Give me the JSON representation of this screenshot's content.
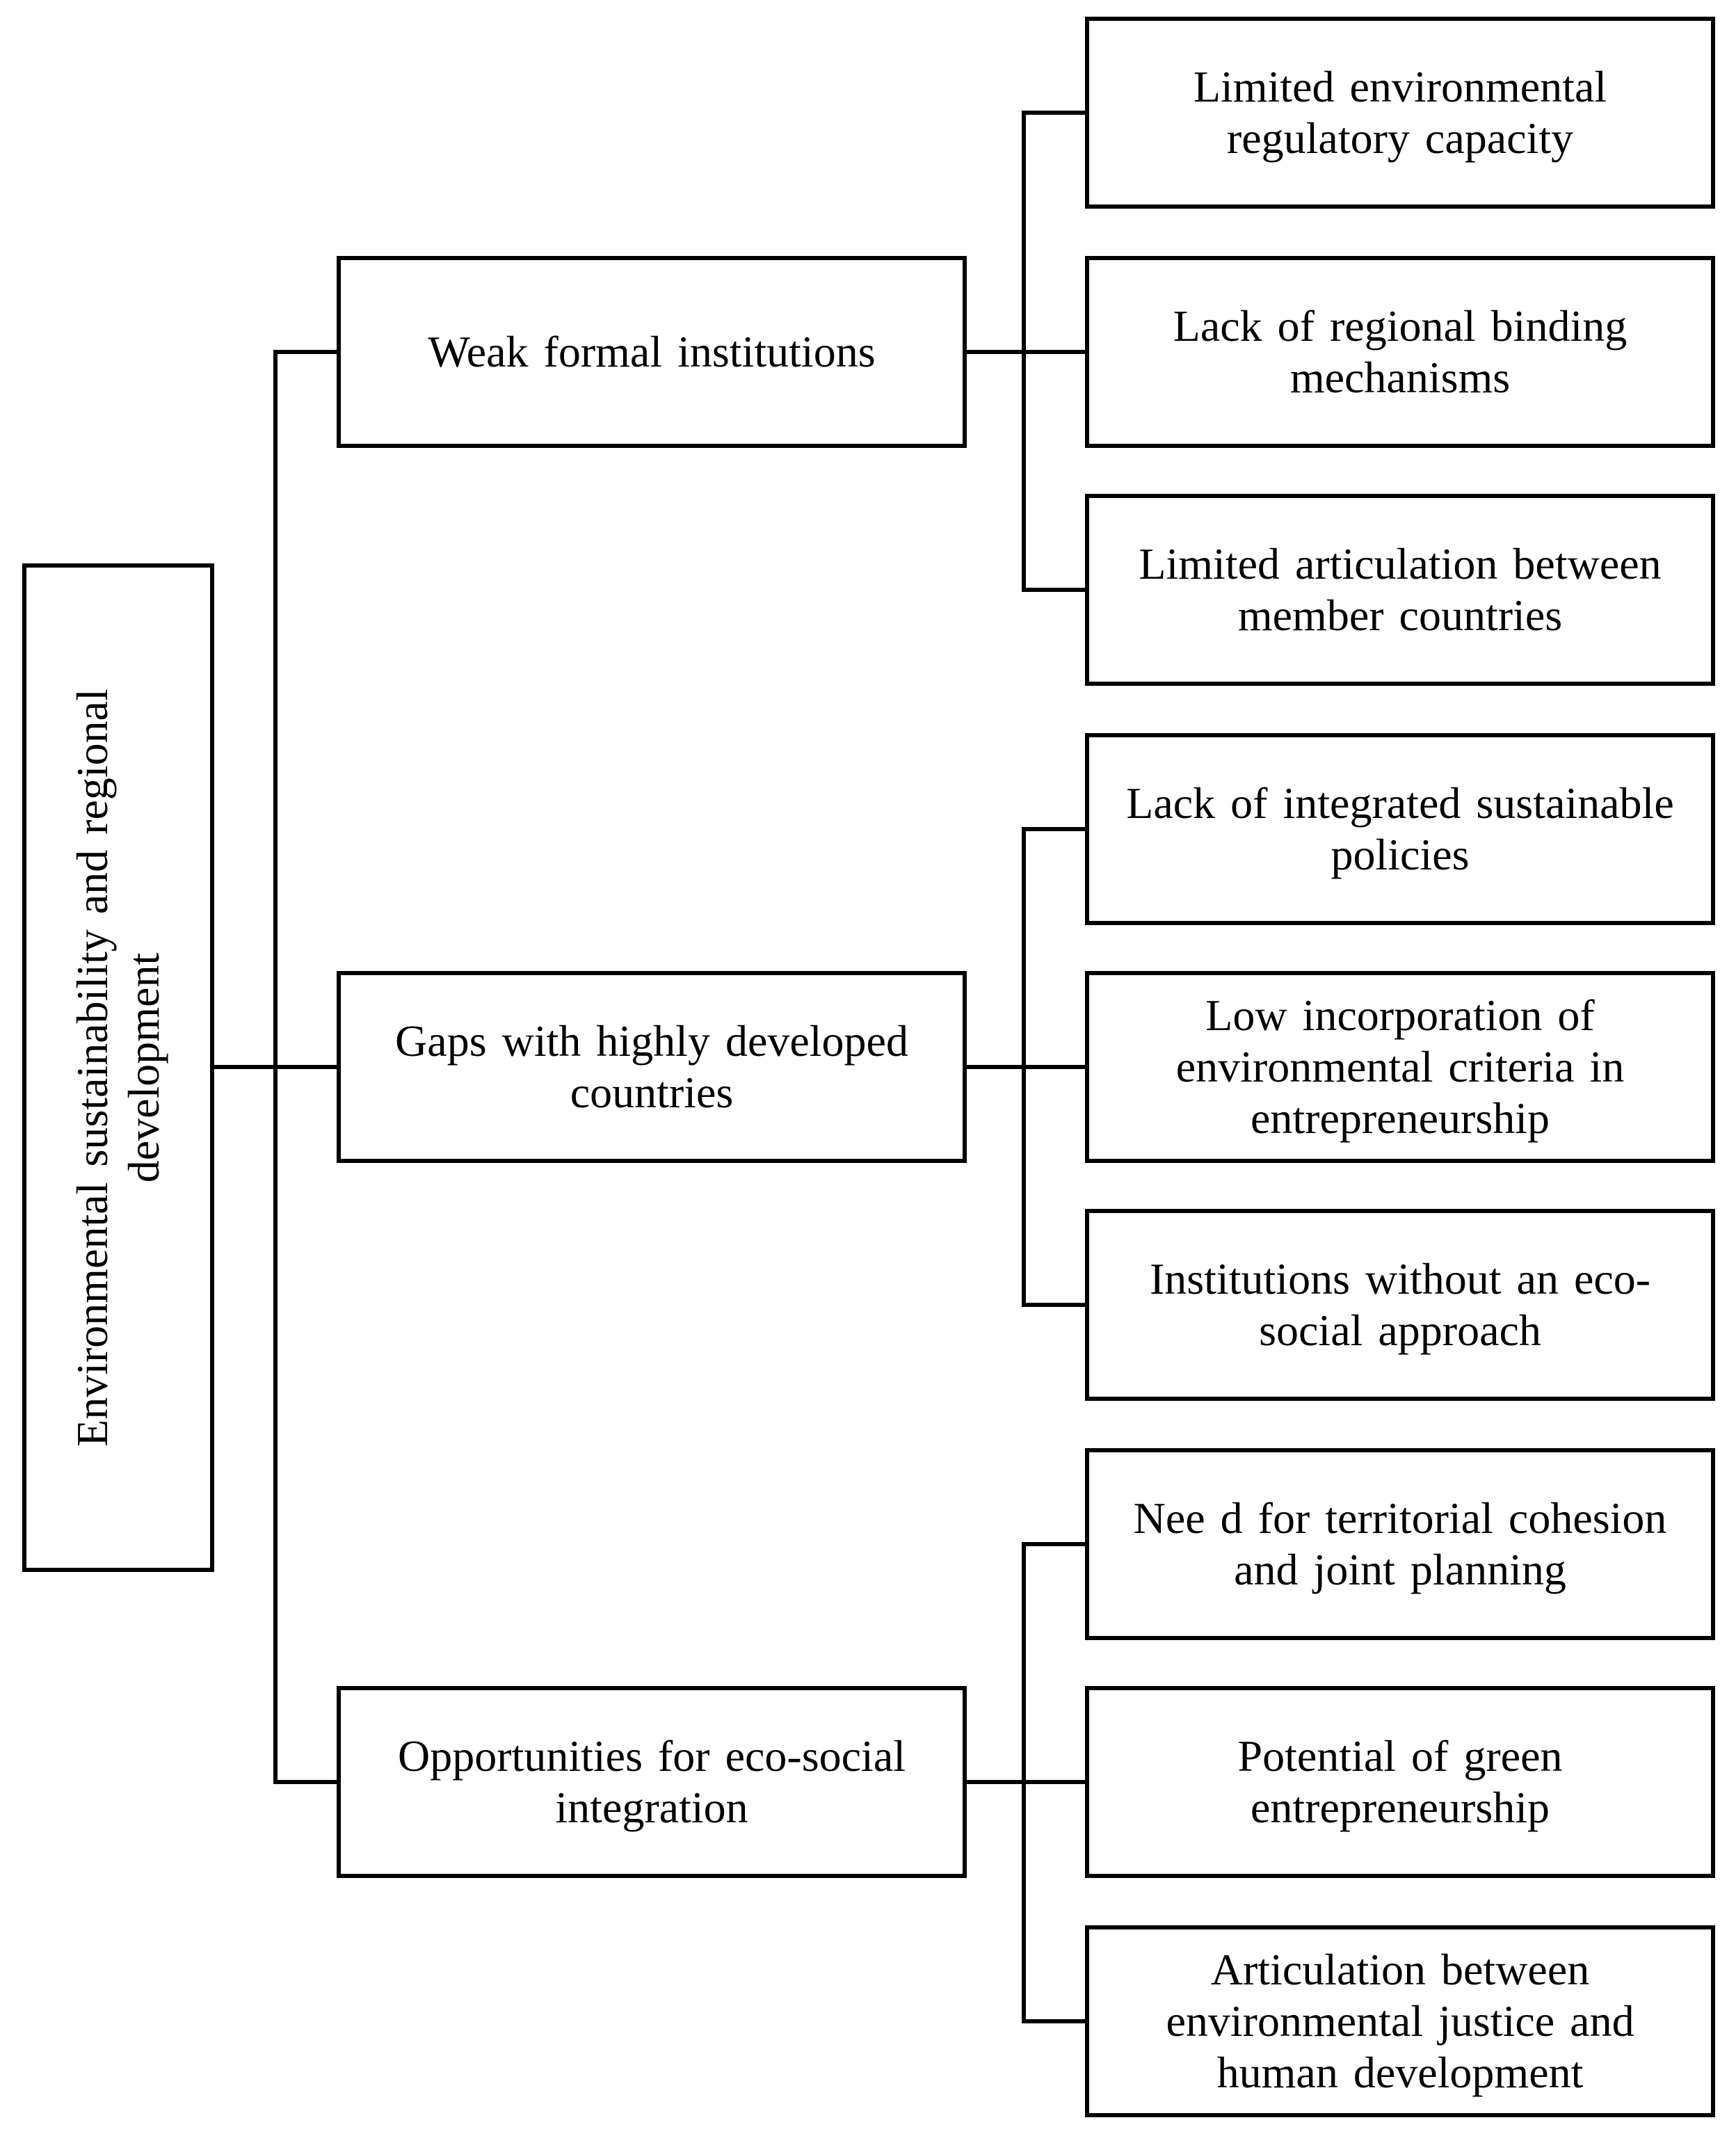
{
  "root": {
    "label_lines": [
      "Environmental sustainability and regional",
      "development"
    ]
  },
  "categories": [
    {
      "label_lines": [
        "Weak formal institutions"
      ],
      "items": [
        {
          "label_lines": [
            "Limited environmental",
            "regulatory capacity"
          ]
        },
        {
          "label_lines": [
            "Lack of regional binding",
            "mechanisms"
          ]
        },
        {
          "label_lines": [
            "Limited articulation between",
            "member countries"
          ]
        }
      ]
    },
    {
      "label_lines": [
        "Gaps with highly developed",
        "countries"
      ],
      "items": [
        {
          "label_lines": [
            "Lack of integrated sustainable",
            "policies"
          ]
        },
        {
          "label_lines": [
            "Low incorporation of",
            "environmental criteria in",
            "entrepreneurship"
          ]
        },
        {
          "label_lines": [
            "Institutions without an eco-",
            "social approach"
          ]
        }
      ]
    },
    {
      "label_lines": [
        "Opportunities for eco-social",
        "integration"
      ],
      "items": [
        {
          "label_lines": [
            "Nee d for territorial cohesion",
            "and joint planning"
          ]
        },
        {
          "label_lines": [
            "Potential of green",
            "entrepreneurship"
          ]
        },
        {
          "label_lines": [
            "Articulation between",
            "environmental justice and",
            "human development"
          ]
        }
      ]
    }
  ]
}
